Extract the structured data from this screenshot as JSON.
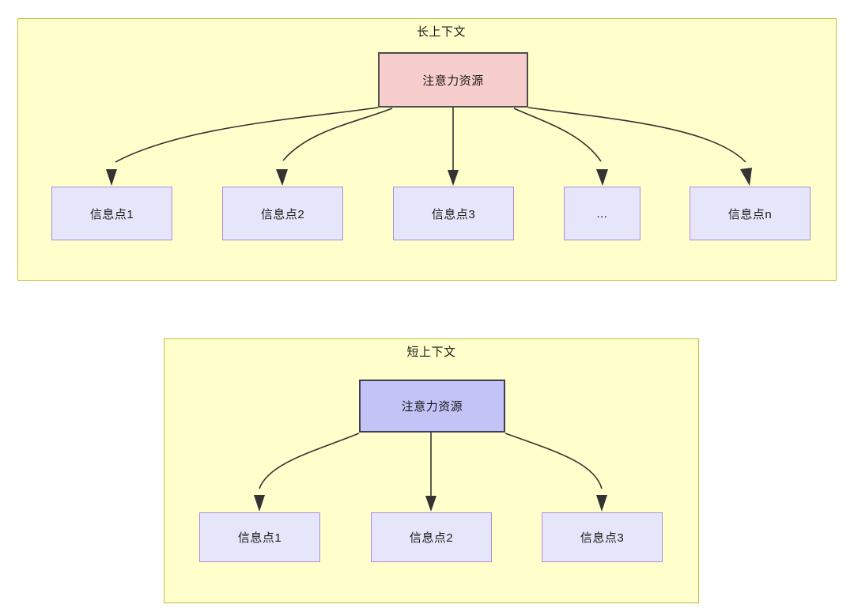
{
  "diagram": {
    "title_long": "长上下文",
    "title_short": "短上下文",
    "colors": {
      "group_fill": "#FFFFCC",
      "group_border": "#BFBF3F",
      "attention_long_fill": "#F8CECC",
      "attention_long_border": "#4D4D4D",
      "attention_short_fill": "#C3C3F7",
      "attention_short_border": "#3D3D56",
      "info_fill": "#E6E6FB",
      "info_border": "#B18AE0",
      "edge": "#333333",
      "text": "#1A1A1A"
    }
  },
  "long_context": {
    "group_label": "长上下文",
    "attention_node": "注意力资源",
    "info_nodes": [
      {
        "label": "信息点1"
      },
      {
        "label": "信息点2"
      },
      {
        "label": "信息点3"
      },
      {
        "label": "..."
      },
      {
        "label": "信息点n"
      }
    ]
  },
  "short_context": {
    "group_label": "短上下文",
    "attention_node": "注意力资源",
    "info_nodes": [
      {
        "label": "信息点1"
      },
      {
        "label": "信息点2"
      },
      {
        "label": "信息点3"
      }
    ]
  }
}
